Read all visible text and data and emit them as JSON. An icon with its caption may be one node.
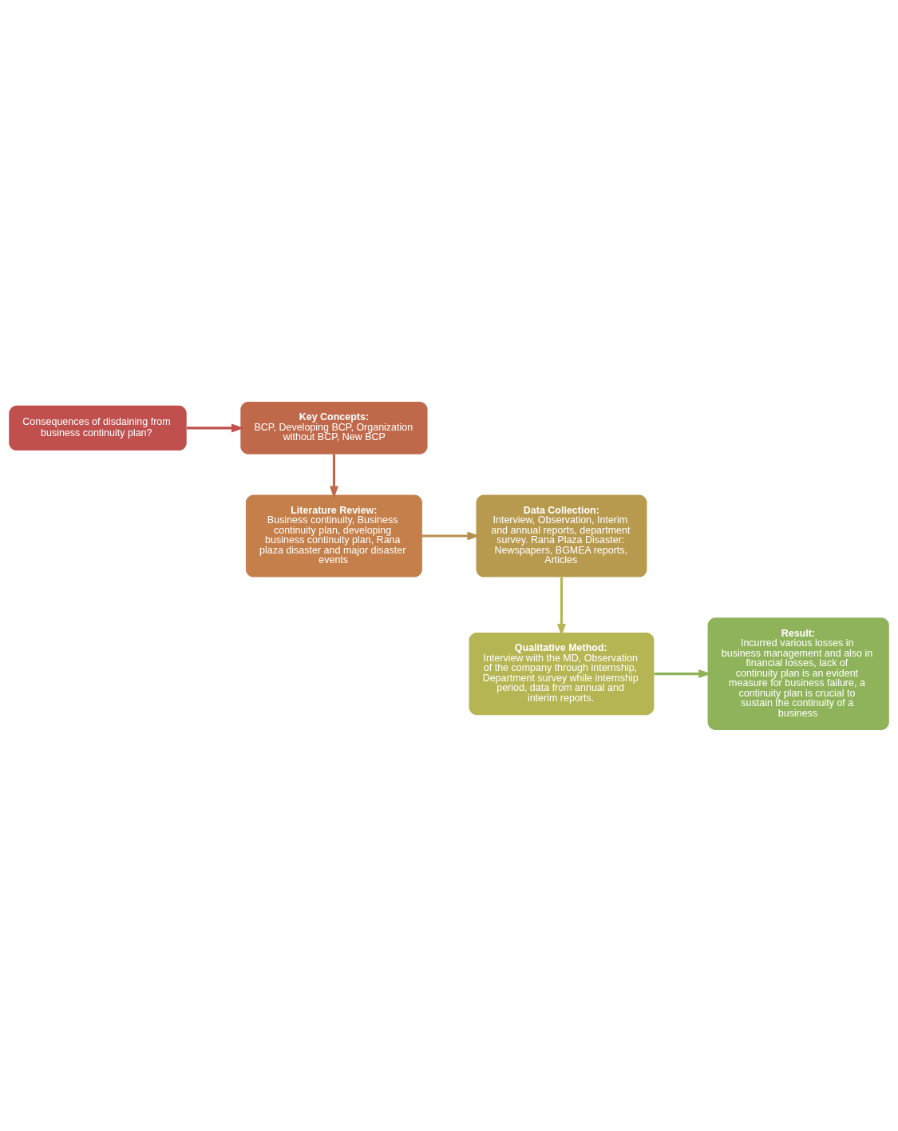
{
  "diagram": {
    "nodes": [
      {
        "text": [
          "Consequences of disdaining from business continuity plan?"
        ]
      },
      {
        "text": [
          "Key Concepts:",
          "BCP, Developing BCP, Organization without BCP, New BCP"
        ]
      },
      {
        "text": [
          "Literature Review:",
          "Business continuity, Business continuity plan, developing business continuity plan, Rana plaza disaster and major disaster events"
        ]
      },
      {
        "text": [
          "Data Collection:",
          "Interview, Observation, Interim and annual reports, department survey. Rana Plaza Disaster: Newspapers, BGMEA reports, Articles"
        ]
      },
      {
        "text": [
          "Qualitative Method:",
          "Interview with the MD, Observation of the company through internship, Department survey while internship period, data from annual and interim reports."
        ]
      },
      {
        "text": [
          "Result:",
          "Incurred various losses in business management and also in financial losses, lack of continuity plan is an evident measure for business failure, a continuity plan is crucial to sustain the continuity of a business"
        ]
      }
    ],
    "edges": [
      {
        "from": 0,
        "to": 1,
        "arrow": "to",
        "color": "#c0504d"
      },
      {
        "from": 1,
        "to": 2,
        "arrow": "to",
        "color": "#c0694a"
      },
      {
        "from": 2,
        "to": 3,
        "arrow": "to",
        "color": "#b8904e"
      },
      {
        "from": 3,
        "to": 4,
        "arrow": "to",
        "color": "#b5b553"
      },
      {
        "from": 4,
        "to": 5,
        "arrow": "to",
        "color": "#8fb35a"
      }
    ]
  }
}
